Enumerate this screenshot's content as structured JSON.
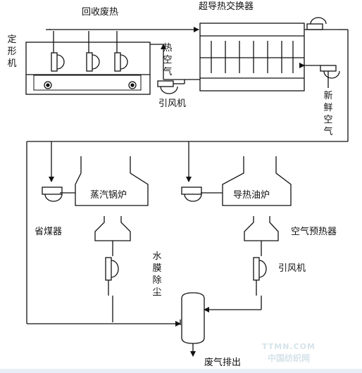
{
  "labels": {
    "recovered_waste_heat": "回收废热",
    "heat_exchanger": "超导热交换器",
    "setting_machine_1": "定",
    "setting_machine_2": "形",
    "setting_machine_3": "机",
    "hot_air_1": "热",
    "hot_air_2": "空",
    "hot_air_3": "气",
    "induced_fan_top": "引风机",
    "fresh_air_1": "新",
    "fresh_air_2": "鲜",
    "fresh_air_3": "空",
    "fresh_air_4": "气",
    "steam_boiler": "蒸汽锅炉",
    "thermal_oil_heater": "导热油炉",
    "economizer": "省煤器",
    "air_preheater": "空气预热器",
    "water_film_1": "水",
    "water_film_2": "膜",
    "water_film_3": "除",
    "water_film_4": "尘",
    "induced_fan_bottom": "引风机",
    "exhaust_discharge": "废气排出"
  },
  "watermark": {
    "url": "TTMN.COM",
    "site": "中国纺织网"
  }
}
